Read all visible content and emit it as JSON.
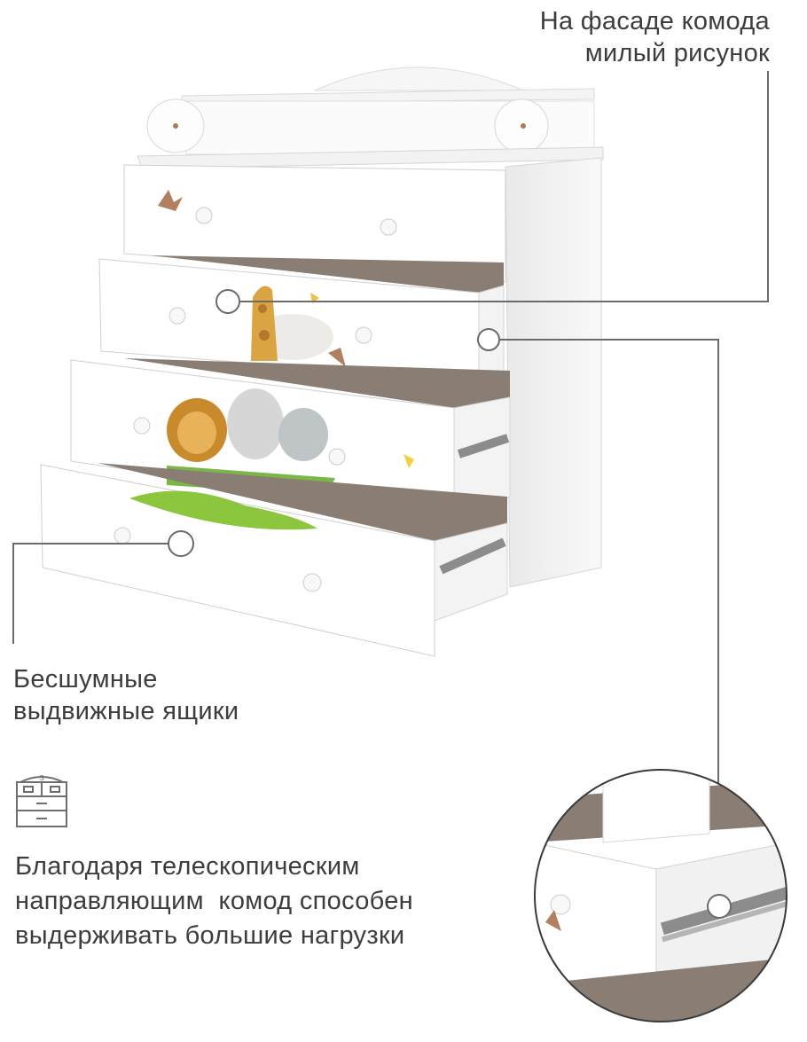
{
  "captions": {
    "facade": [
      "На фасаде комода",
      "милый рисунок"
    ],
    "drawers": [
      "Бесшумные",
      "выдвижные ящики"
    ],
    "rails": [
      "Благодаря телескопическим",
      "направляющим  комод способен",
      "выдерживать большие нагрузки"
    ]
  },
  "icons": {
    "dresser": "dresser-icon",
    "dresser_badge": "S"
  },
  "colors": {
    "text": "#3d3d3d",
    "lines": "#6b6b6b",
    "furniture": "#ffffff",
    "drawer_inner": "#8a7d74",
    "grass": "#8cc63f"
  }
}
